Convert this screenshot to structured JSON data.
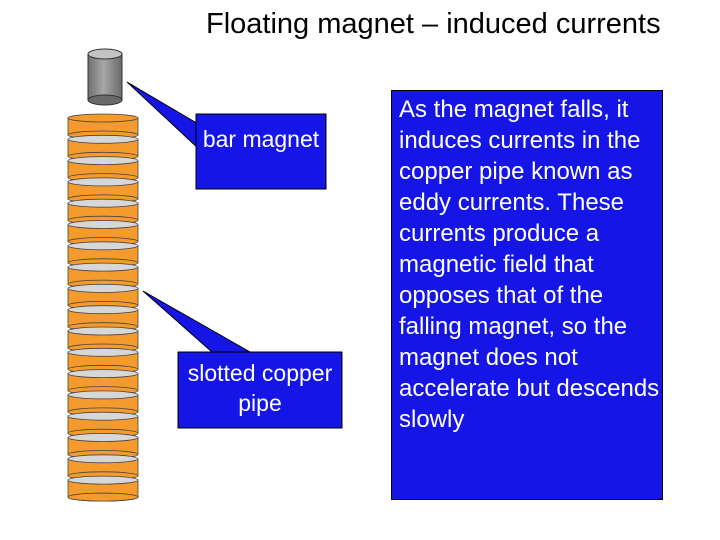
{
  "title": "Floating magnet – induced currents",
  "callouts": {
    "bar_magnet": "bar magnet",
    "copper_pipe": "slotted copper pipe"
  },
  "explanation": "As the magnet falls, it induces currents in the copper pipe known as eddy currents. These currents produce a magnetic field that opposes that of the falling magnet, so the magnet does not accelerate but descends slowly",
  "colors": {
    "callout_fill": "#1515e6",
    "pipe_ring": "#f59a2c",
    "pipe_slot": "#d7d7d7",
    "magnet": "#8a8a8a",
    "background": "#ffffff"
  },
  "pipe": {
    "ring_count": 18
  }
}
